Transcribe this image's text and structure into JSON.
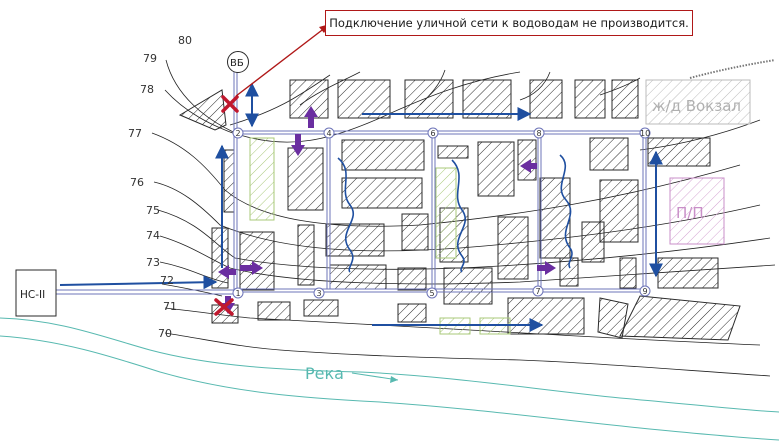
{
  "note": "Подключение уличной сети к водоводам не производится.",
  "labels": {
    "vb": "ВБ",
    "ns": "НС-II",
    "railway": "ж/д Вокзал",
    "pp": "П/П",
    "river": "Река"
  },
  "contours": [
    "80",
    "79",
    "78",
    "77",
    "76",
    "75",
    "74",
    "73",
    "72",
    "71",
    "70"
  ],
  "nodes": [
    "1",
    "2",
    "3",
    "4",
    "5",
    "6",
    "7",
    "8",
    "9",
    "10"
  ],
  "colors": {
    "hatch": "#2a2a2a",
    "pipe": "#6d74b8",
    "flow_arrow": "#1f4fa0",
    "purple_arrow": "#6a2ea0",
    "green_zone": "#a9c97a",
    "pink_zone": "#c98fc8",
    "river": "#58b9b0",
    "note_border": "#b01818",
    "cut_mark": "#c0182e"
  },
  "icons": [
    "cross-cut-icon",
    "flow-arrow-icon",
    "pump-station-icon"
  ]
}
